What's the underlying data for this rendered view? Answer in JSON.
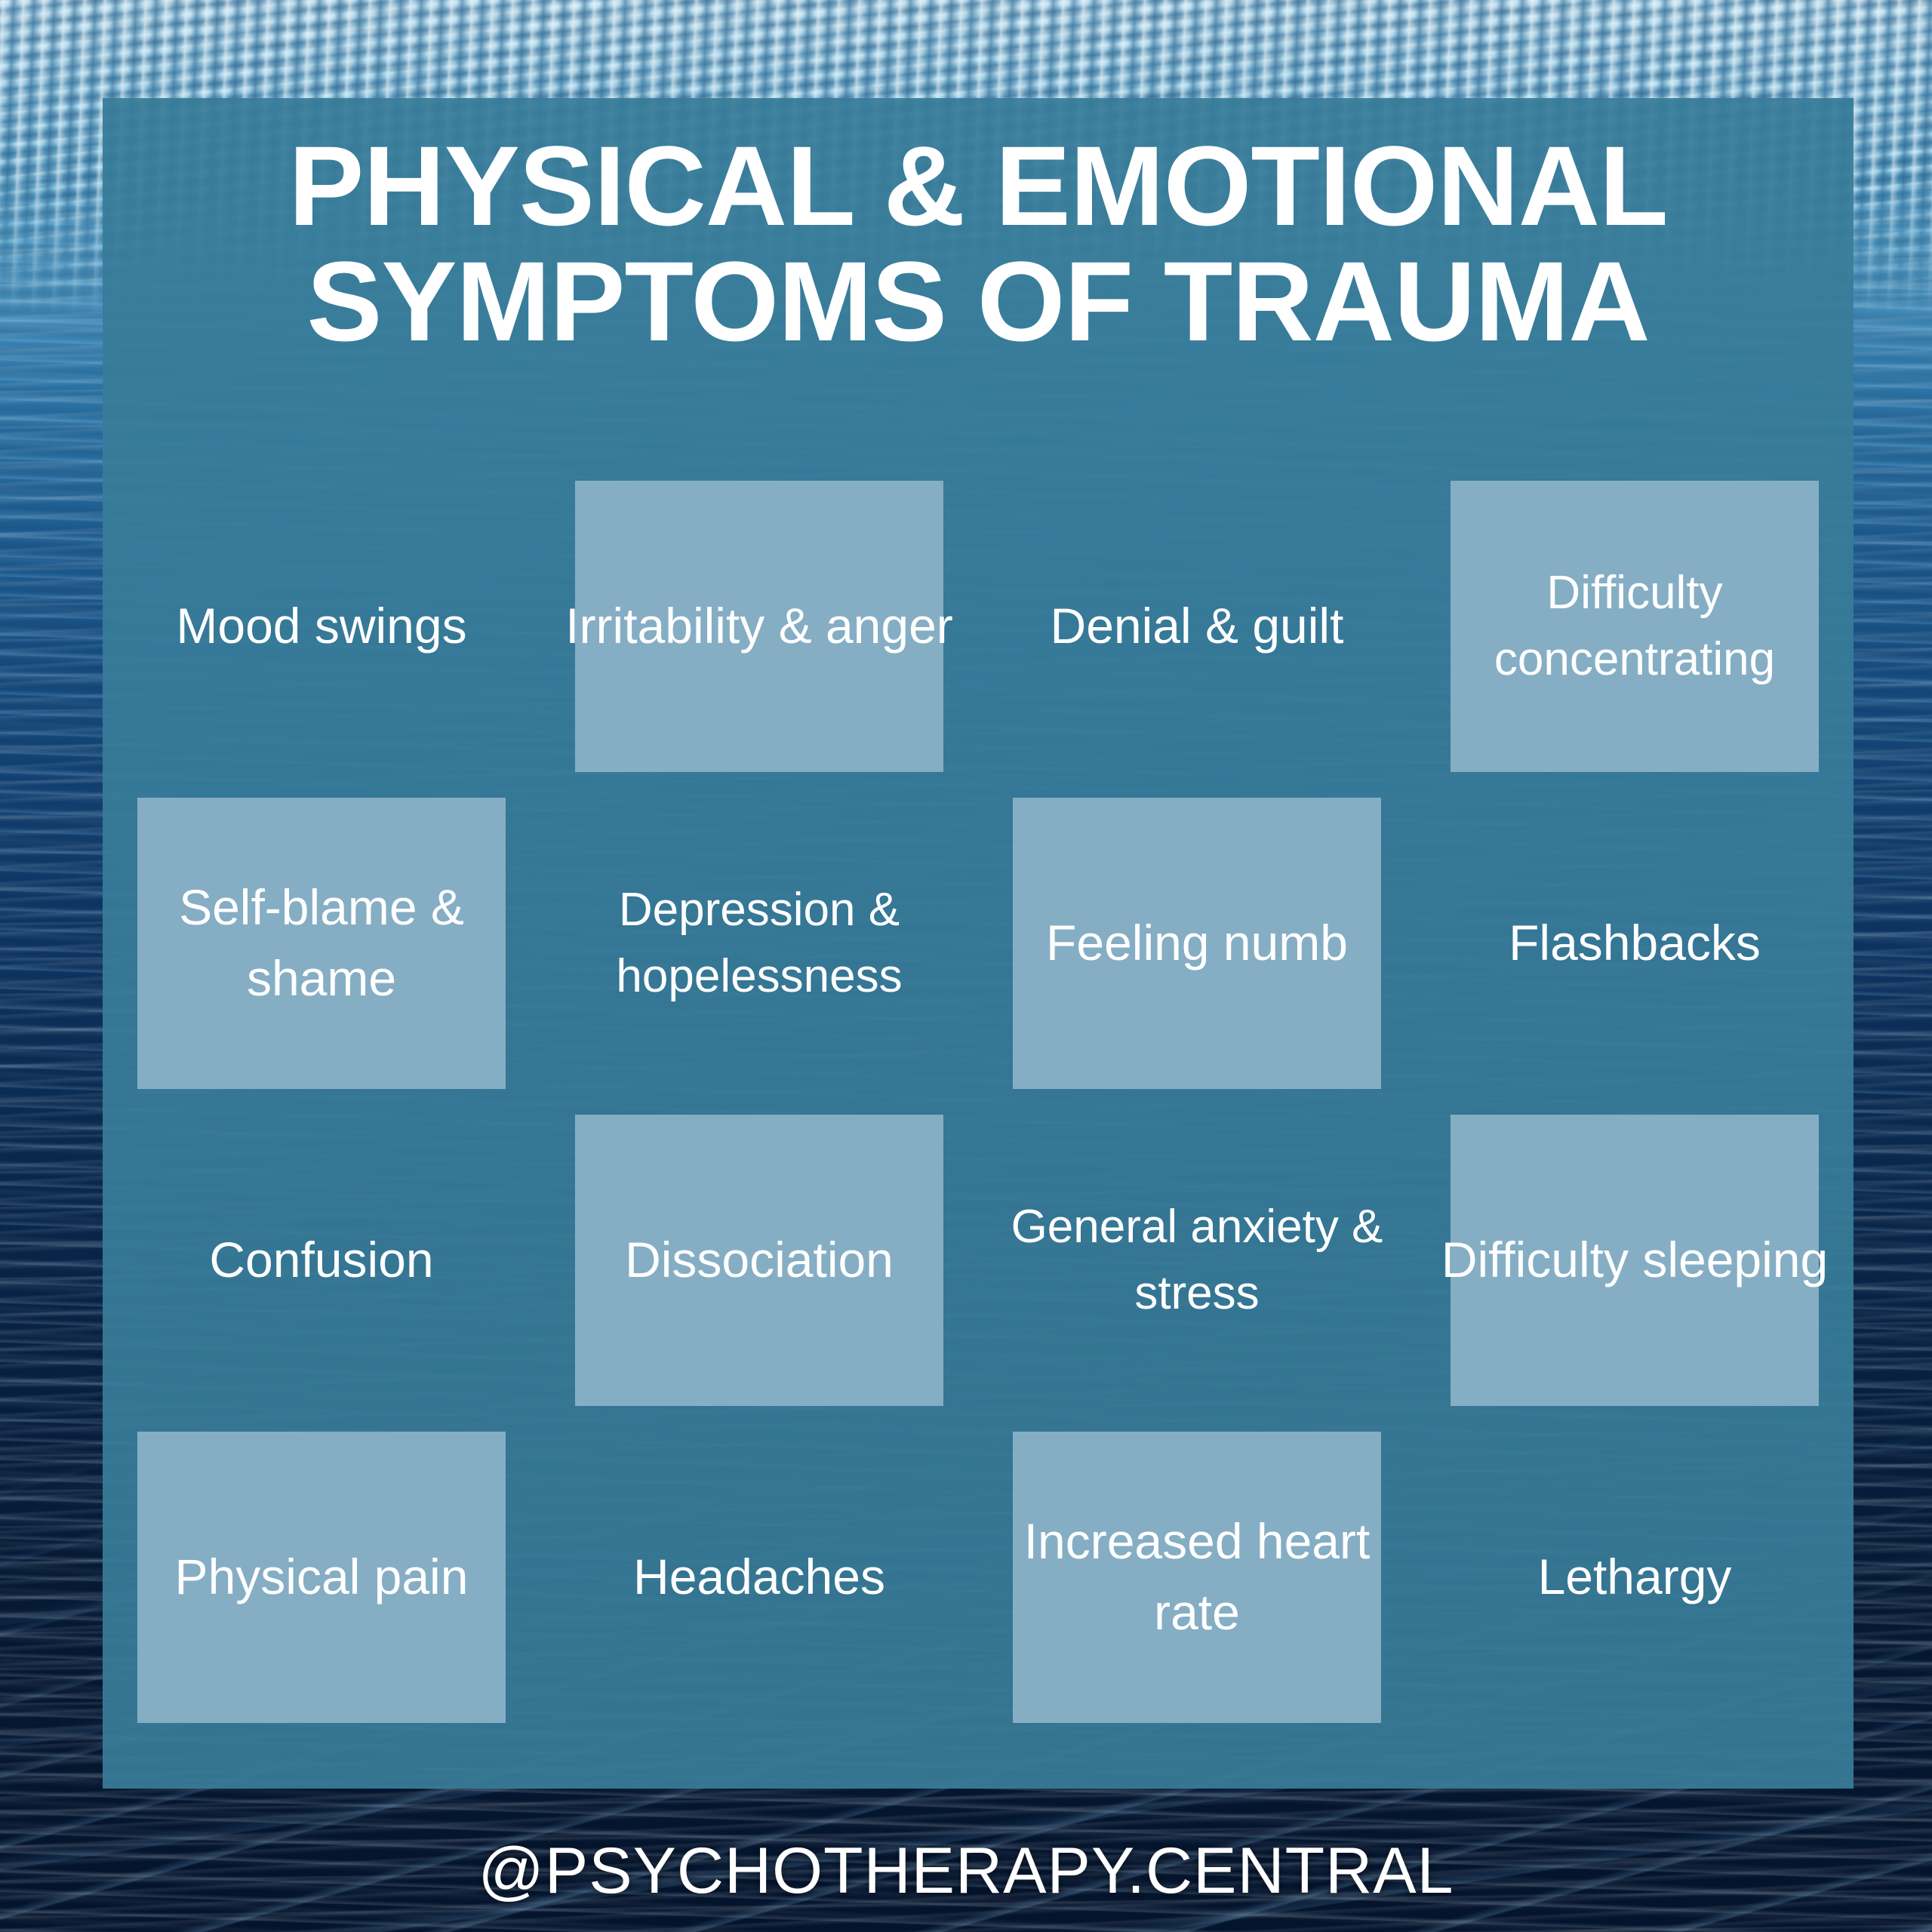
{
  "title": {
    "line1": "PHYSICAL & EMOTIONAL",
    "line2": "SYMPTOMS OF TRAUMA"
  },
  "footer": {
    "handle": "@PSYCHOTHERAPY.CENTRAL"
  },
  "colors": {
    "panel": "#387c99",
    "highlight_box": "#85aec4",
    "text": "#ffffff",
    "background_top": "#9ecce4",
    "background_bottom": "#05182c"
  },
  "grid": {
    "columns": 4,
    "rows": 4,
    "cells": [
      {
        "label": "Mood swings",
        "highlighted": false
      },
      {
        "label": "Irritability & anger",
        "highlighted": true
      },
      {
        "label": "Denial & guilt",
        "highlighted": false
      },
      {
        "label": "Difficulty concentrating",
        "highlighted": true
      },
      {
        "label": "Self-blame & shame",
        "highlighted": true
      },
      {
        "label": "Depression & hopelessness",
        "highlighted": false
      },
      {
        "label": "Feeling numb",
        "highlighted": true
      },
      {
        "label": "Flashbacks",
        "highlighted": false
      },
      {
        "label": "Confusion",
        "highlighted": false
      },
      {
        "label": "Dissociation",
        "highlighted": true
      },
      {
        "label": "General anxiety & stress",
        "highlighted": false
      },
      {
        "label": "Difficulty sleeping",
        "highlighted": true
      },
      {
        "label": "Physical pain",
        "highlighted": true
      },
      {
        "label": "Headaches",
        "highlighted": false
      },
      {
        "label": "Increased heart rate",
        "highlighted": true
      },
      {
        "label": "Lethargy",
        "highlighted": false
      }
    ]
  }
}
